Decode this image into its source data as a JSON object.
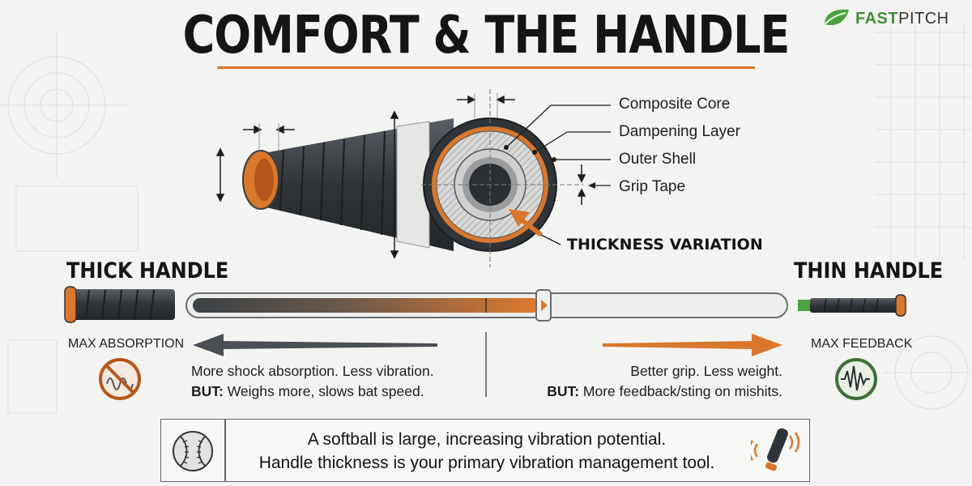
{
  "header": {
    "title": "COMFORT & THE HANDLE",
    "logo_green": "FAST",
    "logo_dark": "PITCH"
  },
  "cross_section": {
    "labels": [
      "Composite Core",
      "Dampening Layer",
      "Outer Shell",
      "Grip Tape"
    ],
    "callout": "THICKNESS VARIATION"
  },
  "comparison": {
    "left": {
      "heading": "THICK HANDLE",
      "tag": "MAX ABSORPTION",
      "line1": "More shock absorption. Less vibration.",
      "but": "BUT:",
      "line2": " Weighs more, slows bat speed.",
      "icon": "no-vibration-icon"
    },
    "right": {
      "heading": "THIN HANDLE",
      "tag": "MAX FEEDBACK",
      "line1": "Better grip. Less weight.",
      "but": "BUT:",
      "line2": " More feedback/sting on mishits.",
      "icon": "vibration-wave-icon"
    }
  },
  "tip": {
    "line1": "A softball is large, increasing vibration potential.",
    "line2": "Handle thickness is your primary vibration management tool."
  },
  "colors": {
    "accent_orange": "#d9772c",
    "dark_gray": "#3c4146",
    "green": "#3f8f3a"
  }
}
